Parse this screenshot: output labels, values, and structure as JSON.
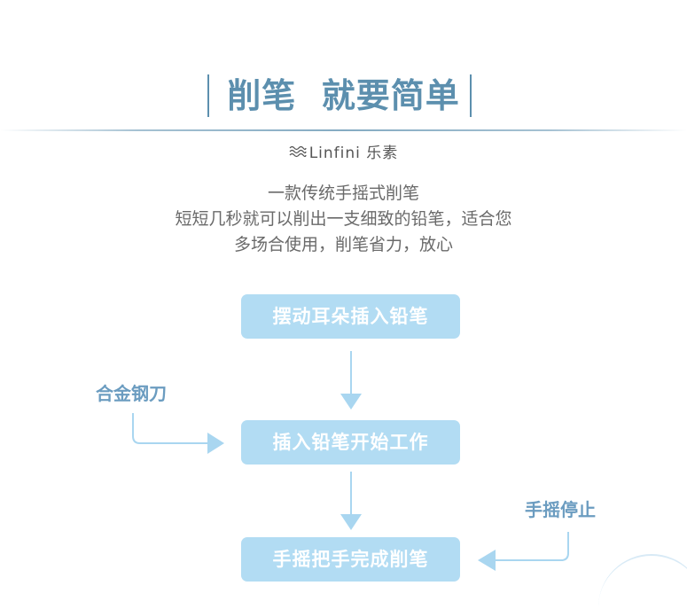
{
  "title": "削笔  就要简单",
  "brand": {
    "name": "Linfini",
    "cn_name": "乐素",
    "icon": "wave-logo-icon"
  },
  "description": [
    "一款传统手摇式削笔",
    "短短几秒就可以削出一支细致的铅笔，适合您",
    "多场合使用，削笔省力，放心"
  ],
  "flow": {
    "steps": [
      "摆动耳朵插入铅笔",
      "插入铅笔开始工作",
      "手摇把手完成削笔"
    ],
    "side_labels": {
      "left": "合金钢刀",
      "right": "手摇停止"
    }
  },
  "colors": {
    "accent": "#5c8fae",
    "box": "#b2dcf3",
    "arrow": "#a9d6f0",
    "label": "#6b9cc0"
  }
}
